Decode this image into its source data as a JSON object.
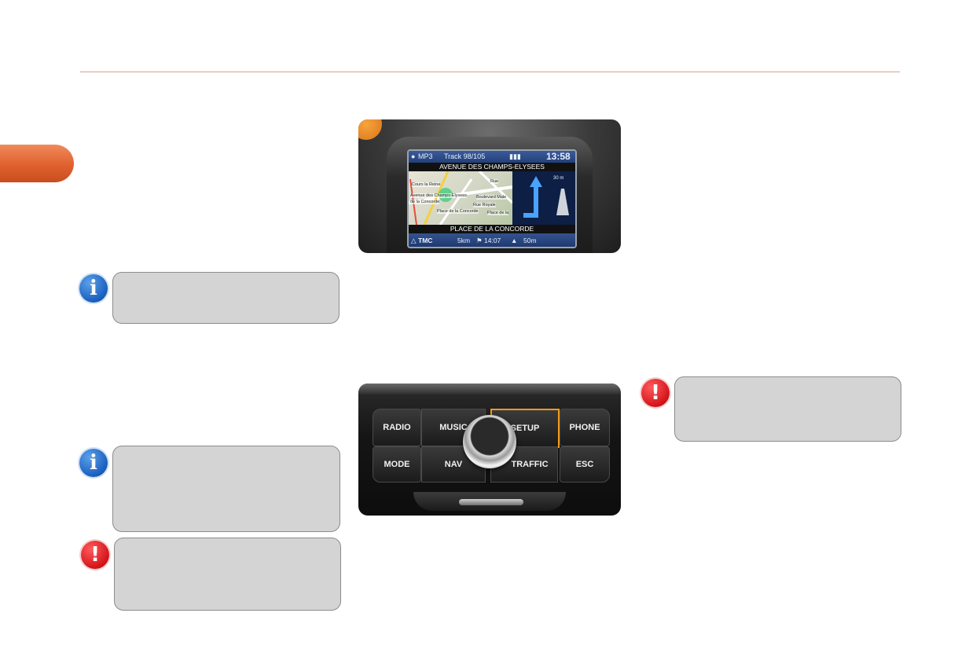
{
  "notes": {
    "info1": "",
    "info2": "",
    "warn1": "",
    "warn2": ""
  },
  "icons": {
    "info": "info-icon",
    "warning": "warning-icon",
    "info_glyph": "i",
    "warn_glyph": "!"
  },
  "colors": {
    "accent": "#e0612f",
    "info": "#1b5fbf",
    "warning": "#d3141b"
  },
  "nav_screen": {
    "source": "MP3",
    "track": "Track 98/105",
    "clock": "13:58",
    "street_top": "AVENUE DES CHAMPS-ELYSEES",
    "street_bottom": "PLACE DE LA CONCORDE",
    "map_labels": [
      "Cours la Reine",
      "Rue",
      "Avenue des Champs-Elysees",
      "de la Concorde",
      "Boulevard Male",
      "Rue Royale",
      "Place de la Concorde",
      "Place de la"
    ],
    "distance_ahead": "30 m",
    "tmc": "TMC",
    "remaining_distance": "5km",
    "arrival_time": "14:07",
    "next_distance": "50m"
  },
  "console": {
    "buttons": {
      "radio": "RADIO",
      "music": "MUSIC",
      "setup": "SETUP",
      "phone": "PHONE",
      "mode": "MODE",
      "nav": "NAV",
      "traffic": "TRAFFIC",
      "esc": "ESC"
    },
    "highlight_color": "#f39a1e"
  }
}
